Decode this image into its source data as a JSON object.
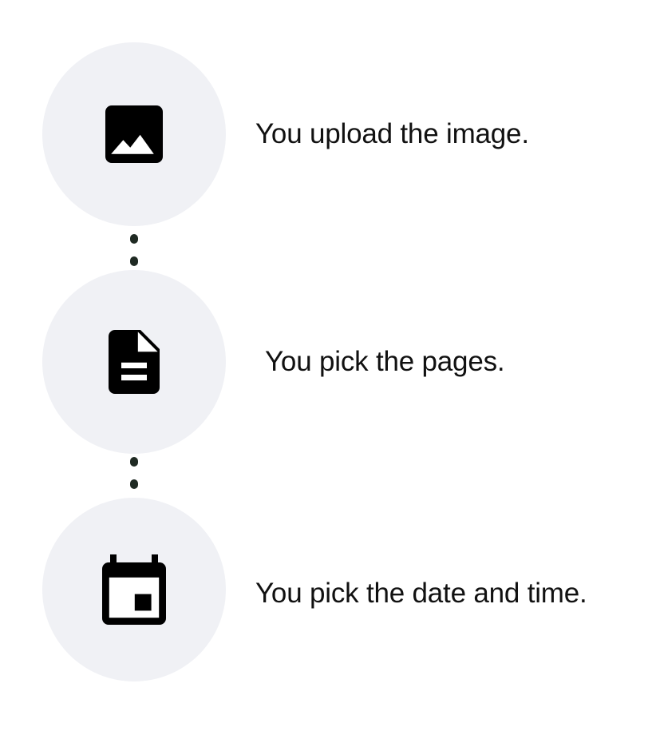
{
  "steps": [
    {
      "icon": "image-icon",
      "text": "You upload the image."
    },
    {
      "icon": "document-icon",
      "text": "You pick the pages."
    },
    {
      "icon": "calendar-icon",
      "text": "You pick the date and time."
    }
  ],
  "colors": {
    "circle": "#f0f1f5",
    "icon": "#000000",
    "connector": "#1f2a23",
    "text": "#111111"
  }
}
